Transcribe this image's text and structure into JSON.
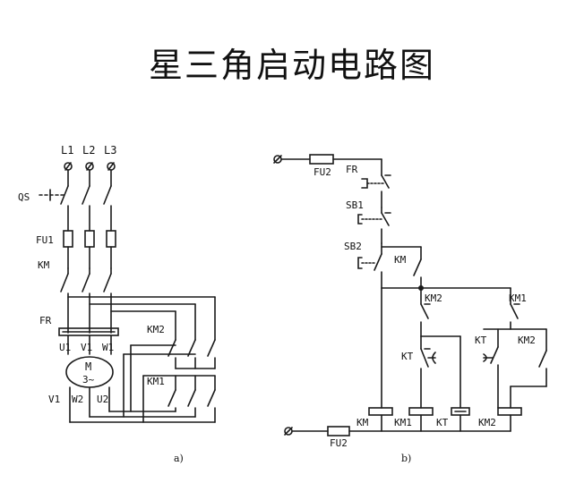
{
  "title": "星三角启动电路图",
  "diagram_a": {
    "caption": "a)",
    "phase_labels": [
      "L1",
      "L2",
      "L3"
    ],
    "qs_label": "QS",
    "fu_label": "FU1",
    "km_label": "KM",
    "fr_label": "FR",
    "motor_top_terminals": [
      "U1",
      "V1",
      "W1"
    ],
    "motor_bottom_terminals": [
      "V1",
      "W2",
      "U2"
    ],
    "motor_label": "M",
    "motor_sub": "3~",
    "km2_label": "KM2",
    "km1_label": "KM1"
  },
  "diagram_b": {
    "caption": "b)",
    "fu2_top": "FU2",
    "fu2_bottom": "FU2",
    "fr_label": "FR",
    "sb1_label": "SB1",
    "sb2_label": "SB2",
    "km_hold_label": "KM",
    "km2_nc_label": "KM2",
    "km1_nc_label": "KM1",
    "kt_nc_label": "KT",
    "kt_no_label": "KT",
    "km2_hold_label": "KM2",
    "coil_labels": [
      "KM",
      "KM1",
      "KT",
      "KM2"
    ]
  }
}
